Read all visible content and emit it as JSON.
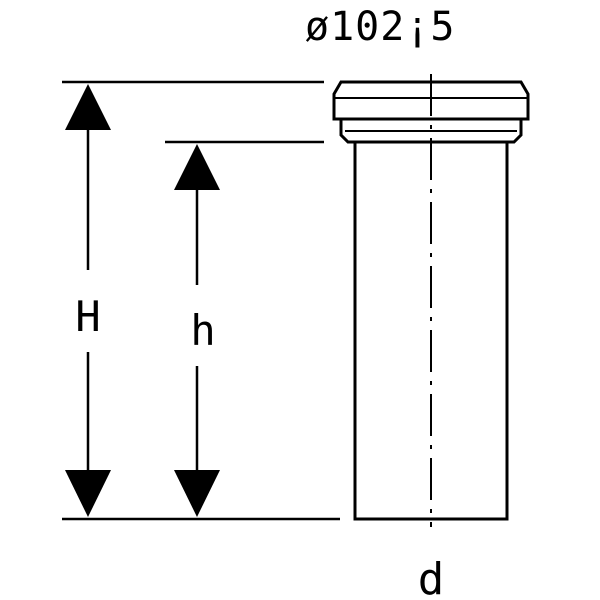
{
  "diagram": {
    "top_label": "ø102¡5",
    "height_total_label": "H",
    "height_inner_label": "h",
    "diameter_label": "d"
  },
  "colors": {
    "ink": "#000000",
    "paper": "#ffffff"
  }
}
